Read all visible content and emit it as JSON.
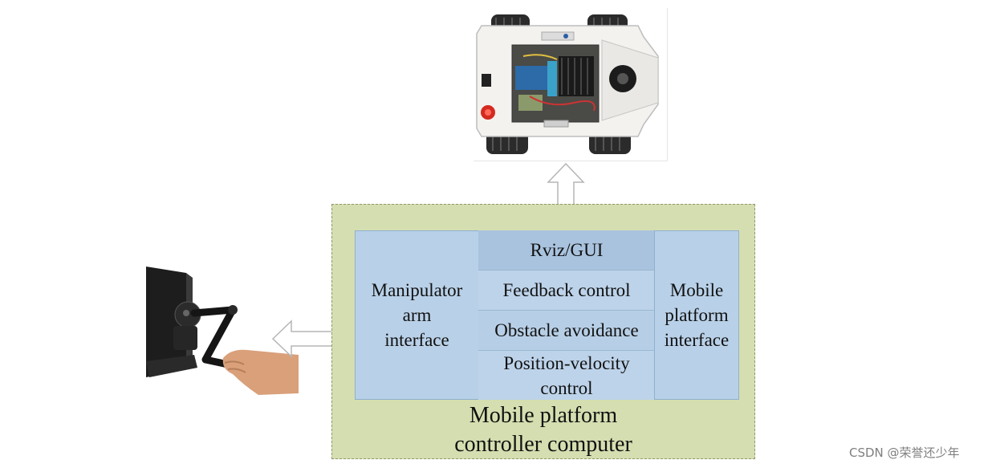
{
  "diagram": {
    "modules": [
      "Rviz/GUI",
      "Feedback control",
      "Obstacle avoidance",
      "Position-velocity control"
    ],
    "arm_interface": "Manipulator arm interface",
    "platform_interface": "Mobile platform interface",
    "controller_title": "Mobile platform controller computer"
  },
  "watermark": "CSDN @荣誉还少年",
  "icons": {
    "robot": "mobile-robot-platform-photo",
    "haptic": "haptic-device-with-hand-photo",
    "arrow_vertical": "double-arrow-vertical-icon",
    "arrow_horizontal": "double-arrow-horizontal-icon"
  },
  "colors": {
    "outer_box": "#d5deb0",
    "inner_box": "#b9d1e8",
    "arrow": "#ffffff"
  }
}
